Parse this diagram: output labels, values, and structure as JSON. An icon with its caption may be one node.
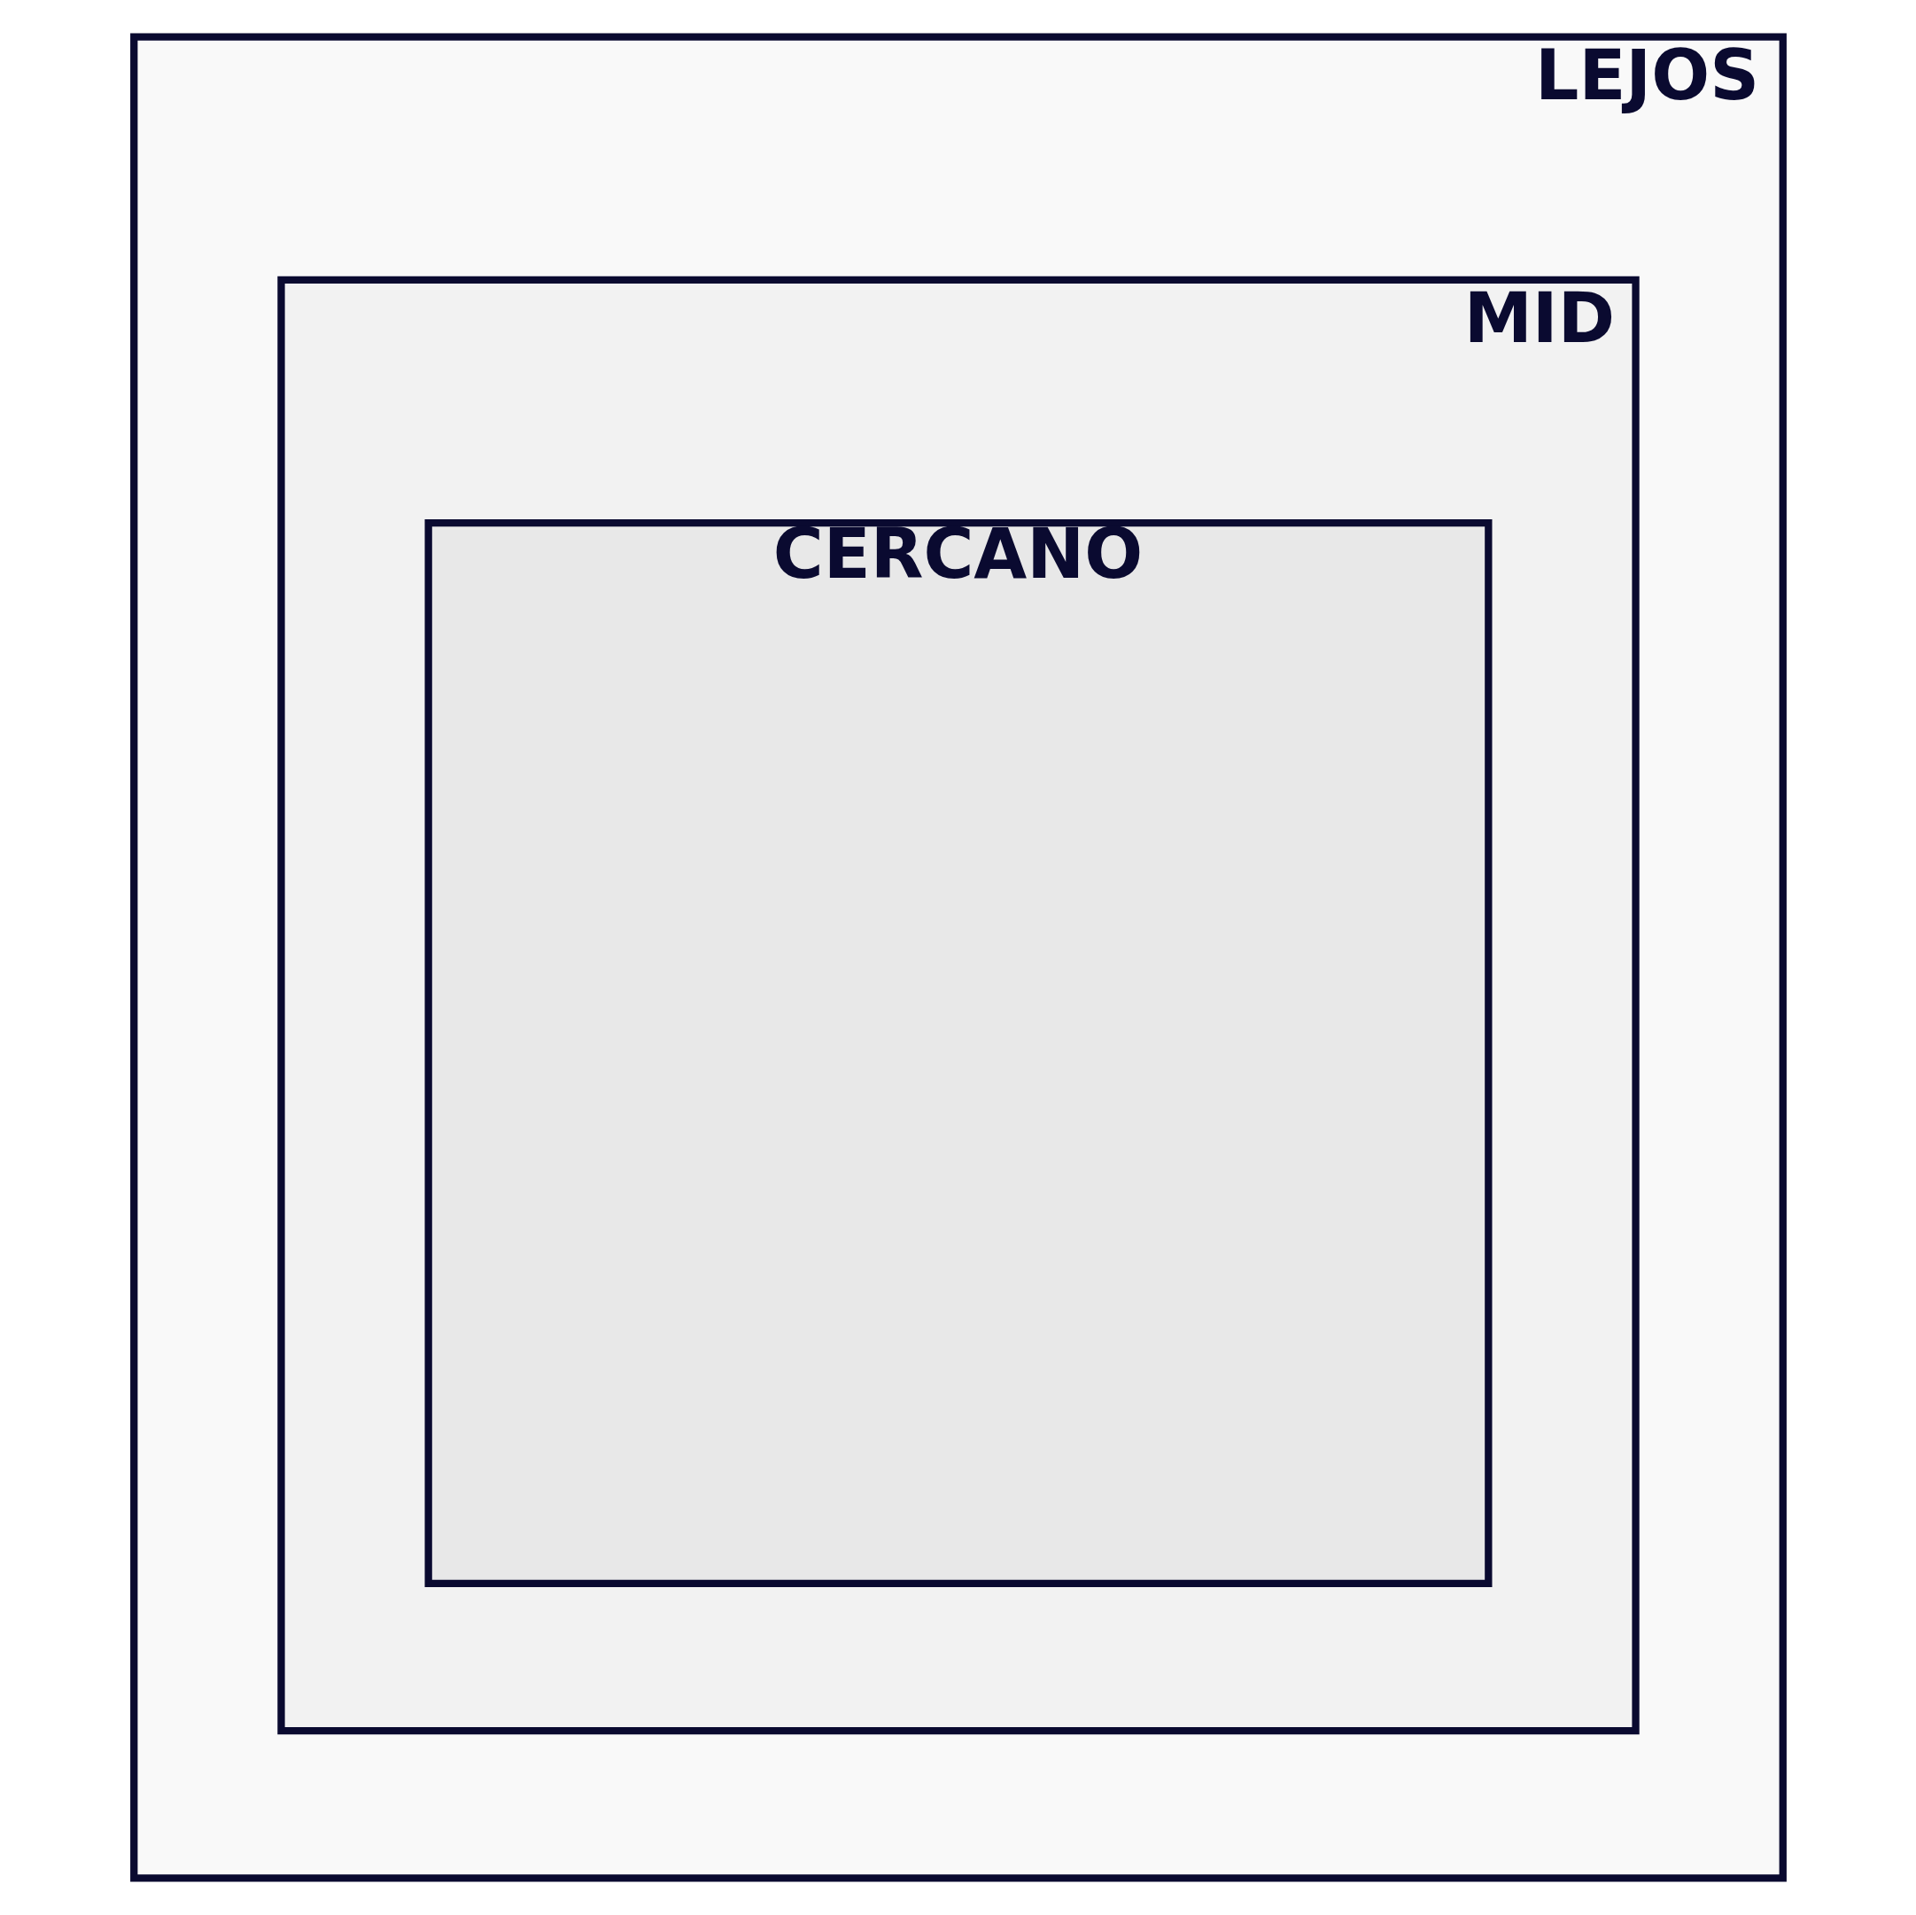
{
  "diagram": {
    "nodes": [
      {
        "text": [
          "LEJOS"
        ]
      },
      {
        "text": [
          "MID"
        ],
        "in": 0
      },
      {
        "text": [
          "CERCANO"
        ],
        "in": 1
      }
    ]
  }
}
